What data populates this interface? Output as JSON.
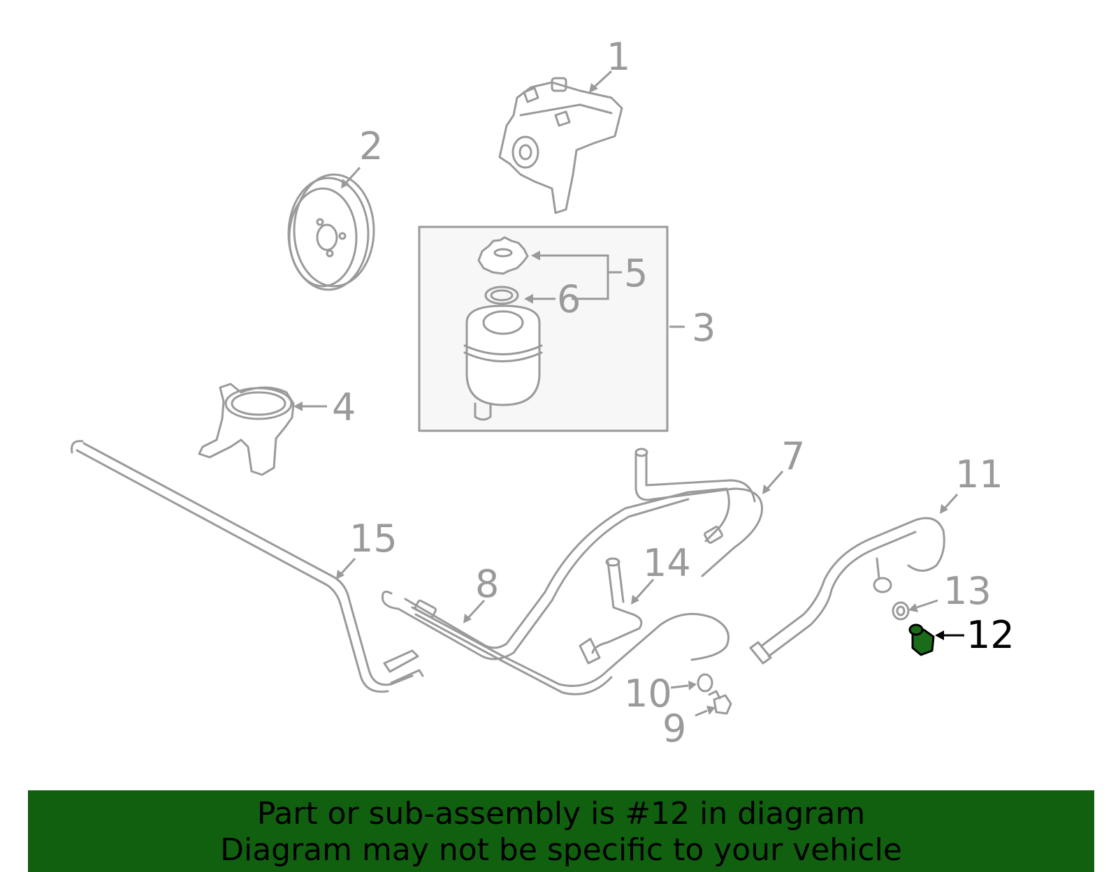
{
  "diagram": {
    "callouts": [
      "1",
      "2",
      "3",
      "4",
      "5",
      "6",
      "7",
      "8",
      "9",
      "10",
      "11",
      "12",
      "13",
      "14",
      "15"
    ],
    "highlighted_part": "12",
    "colors": {
      "line": "#9a9a9a",
      "highlight_fill": "#1a6b1a",
      "highlight_stroke": "#000000",
      "banner": "#106010"
    }
  },
  "banner": {
    "line1": "Part or sub-assembly is #12 in diagram",
    "line2": "Diagram may not be specific to your vehicle"
  }
}
